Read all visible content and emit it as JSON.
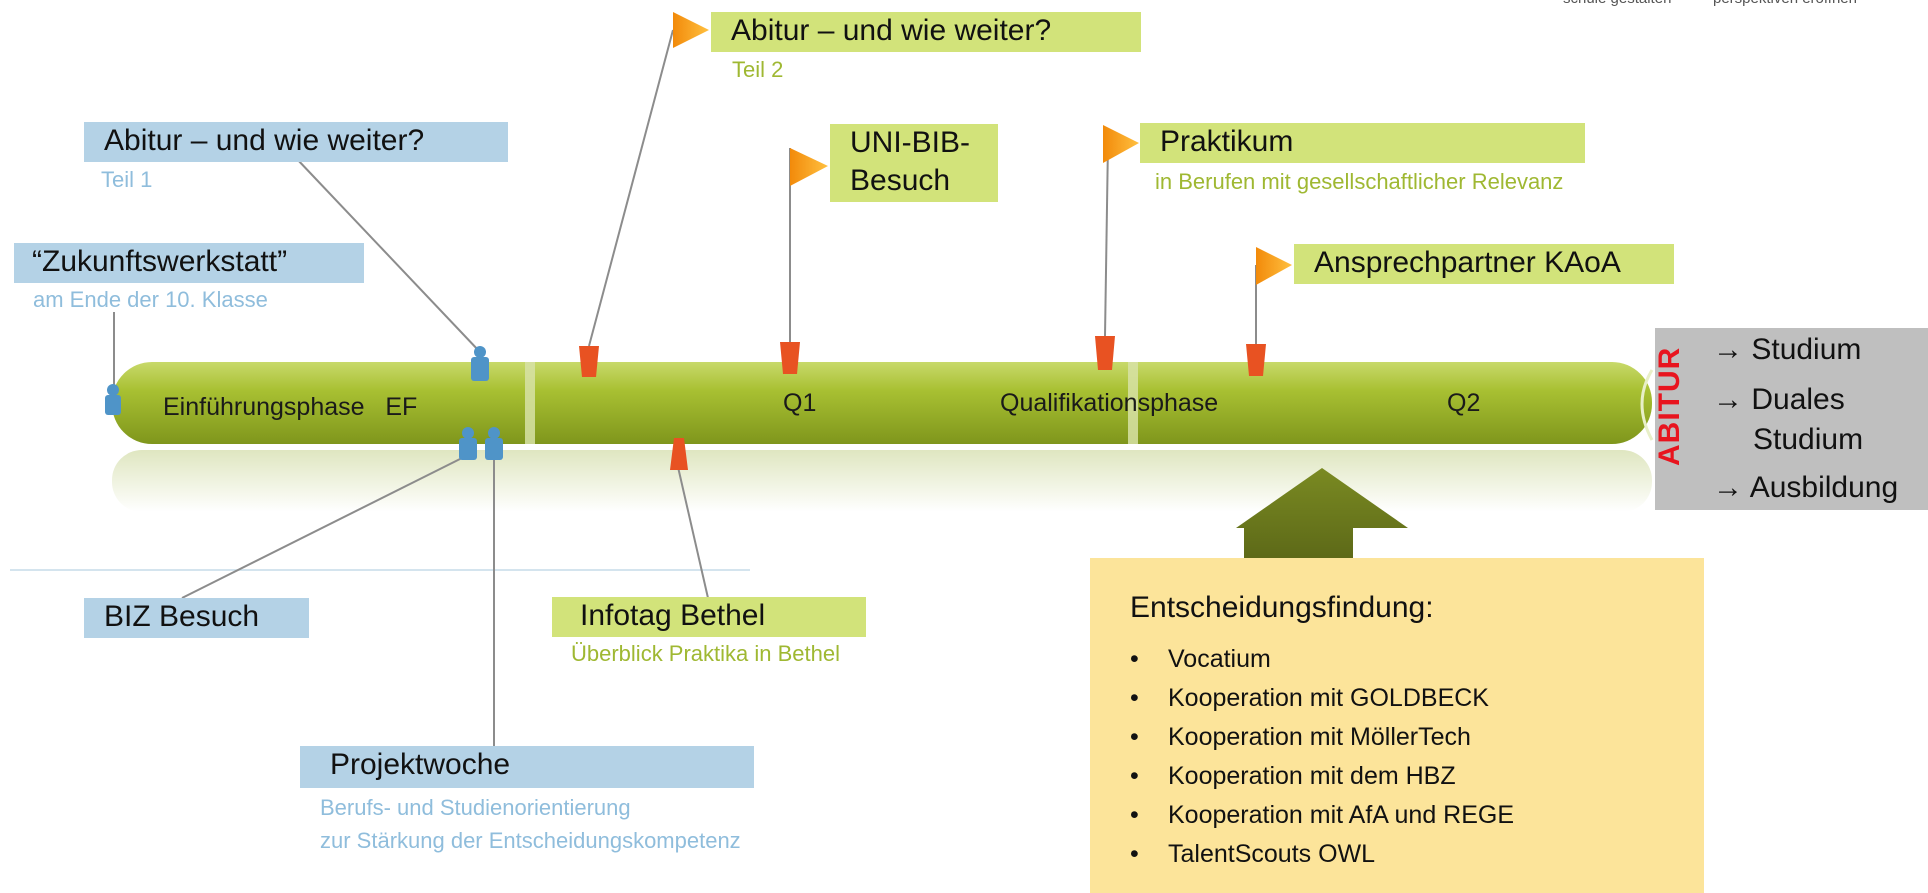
{
  "header_fragments": [
    "schule gestalten",
    "perspektiven eröffnen"
  ],
  "timeline": {
    "phase_ef": "Einführungsphase   EF",
    "phase_q1": "Q1",
    "phase_main": "Qualifikationsphase",
    "phase_q2": "Q2"
  },
  "events": {
    "zukunft_title": "“Zukunftswerkstatt”",
    "zukunft_sub": "am Ende der 10. Klasse",
    "abitur1_title": "Abitur – und wie weiter?",
    "abitur1_sub": "Teil 1",
    "abitur2_title": "Abitur – und wie weiter?",
    "abitur2_sub": "Teil 2",
    "unibib_line1": "UNI-BIB-",
    "unibib_line2": "Besuch",
    "praktikum_title": "Praktikum",
    "praktikum_sub": "in Berufen mit gesellschaftlicher Relevanz",
    "kaoa_title": "Ansprechpartner KAoA",
    "biz_title": "BIZ Besuch",
    "infotag_title": "Infotag Bethel",
    "infotag_sub": "Überblick Praktika in Bethel",
    "projekt_title": "Projektwoche",
    "projekt_sub1": "Berufs- und Studienorientierung",
    "projekt_sub2": "zur Stärkung der Entscheidungskompetenz"
  },
  "abitur": {
    "label": "ABITUR",
    "outcomes": [
      "Studium",
      "Duales",
      "Studium",
      "Ausbildung"
    ],
    "arrow": "→"
  },
  "decision": {
    "title": "Entscheidungsfindung:",
    "bullet": "•",
    "items": [
      "Vocatium",
      "Kooperation mit GOLDBECK",
      "Kooperation mit MöllerTech",
      "Kooperation mit dem HBZ",
      "Kooperation mit AfA und REGE",
      "TalentScouts OWL"
    ]
  },
  "colors": {
    "timeline_green": "#9bb52a",
    "label_blue": "#b4d2e6",
    "label_green": "#d2e37a",
    "abitur_red": "#e8141e",
    "decision_yellow": "#fce49a",
    "decision_arrow": "#6b7a1e"
  }
}
